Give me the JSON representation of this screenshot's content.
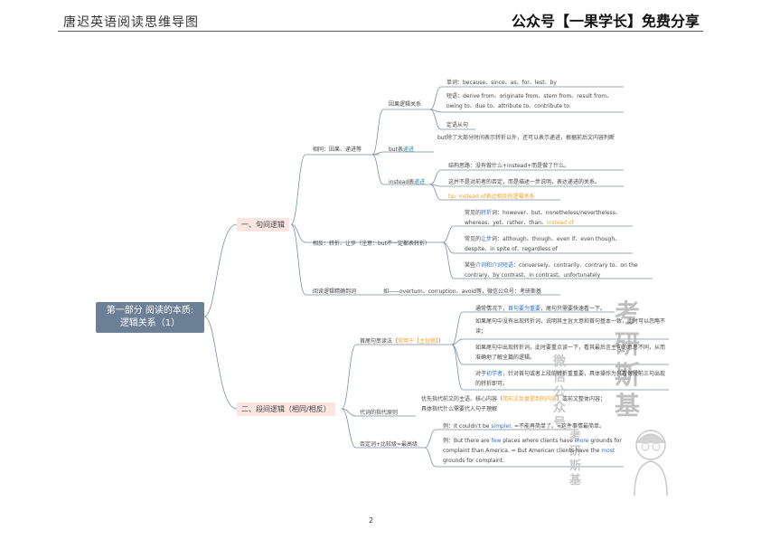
{
  "header": {
    "left_title": "唐迟英语阅读思维导图",
    "right_title": "公众号【一果学长】免费分享"
  },
  "page_number": "2",
  "root": {
    "line1": "第一部分  阅读的本质:",
    "line2": "逻辑关系（1）"
  },
  "branch1": {
    "label": "一、句间逻辑",
    "same": {
      "label": "相同：因果、递进等",
      "cause": {
        "label": "因果逻辑关系",
        "words": "单词：because、since、as、for、lest、by",
        "phrases": "短语：derive from、originate from、stem from、result from、owing to、due to、attribute to、contribute to",
        "clause": "定语从句"
      },
      "but": {
        "label_pre": "but表",
        "label_hl": "递进",
        "text": "but除了大部分时间表示转折以外，还可以表示递进，根据前后文内容判断"
      },
      "instead": {
        "label_pre": "instead表",
        "label_hl": "递进",
        "s1": "结构思路：没有做什么+instead+而是做了什么。",
        "s2": "这并不是对前者的否定，而是描述一步说明，表达递进的关系。",
        "tip": "tip: instead of表达相反的逻辑关系"
      }
    },
    "opposite": {
      "label": "相反：转折、让步（注意：but不一定都表转折）",
      "turn": {
        "pre": "常见的",
        "hl": "转折",
        "post": "词：however、but、nonetheless/nevertheless、whereas、yet、rather、than、",
        "hl2": "instead of"
      },
      "concede": {
        "pre": "常见的",
        "hl": "让步",
        "post": "词：although、though、even if、even though、despite、in spite of、regardless of"
      },
      "prep": {
        "pre": "某些",
        "hl": "介词和介词短语",
        "post": "：conversely、contrarily、contrary to、on the contrary、by contrast、in contrast、unfortunately"
      }
    },
    "reading": {
      "label": "阅读逻辑精确到词",
      "text": "如——overturn、corruption、avoid等，微信公众号：考研斯基"
    }
  },
  "branch2": {
    "label": "二、段间逻辑（相同/相反）",
    "first_last": {
      "label_pre": "首尾句串读法（",
      "label_hl": "常用于【主旨题】",
      "label_post": "）",
      "n1_pre": "通常情况下，",
      "n1_hl": "首句要为重要",
      "n1_post": "，尾句只需要快速看一下。",
      "n2": "如果尾句中没有出现转折词，说明其主旨大意和首句基本一致，此时可以忽略不读；",
      "n3": "如果尾句中出现转折词，此时要重点读一下，看其最后言主句的意思不同，从而准确地了解全篇的逻辑。",
      "n4_pre": "对于",
      "n4_hl": "初学者",
      "n4_post": "，针对首句或者上段的转折重重要，具体操作为只看每段前三句出现的转折即可。"
    },
    "pronoun": {
      "label": "代词的指代原则",
      "text_pre": "优先指代前文的主语、核心内容（",
      "text_hl": "简前文反复提到的内容",
      "text_post": "）或前文整体内容；具体指代什么需要代入句子理解"
    },
    "negation": {
      "label": "否定词+比较级=最高级",
      "ex1_pre": "例：It couldn't be ",
      "ex1_hl": "simpler",
      "ex1_post": ". =不能再简单了。=这件事情最简单。",
      "ex2_a": "例：But there are ",
      "ex2_few": "few",
      "ex2_b": " places where clients have ",
      "ex2_more": "more",
      "ex2_c": " grounds for complaint than America. = But American clients have the ",
      "ex2_most": "most",
      "ex2_d": " grounds for complaint."
    }
  },
  "watermark": {
    "vertical1": "考研斯基",
    "vertical2": "微信公众号",
    "vertical3": "考研斯基"
  },
  "colors": {
    "root_bg": "#6b7f95",
    "level1_bg": "#fbe5e1",
    "blue": "#2f6fd0",
    "orange": "#f0a22b",
    "line": "#7b8ea3"
  }
}
